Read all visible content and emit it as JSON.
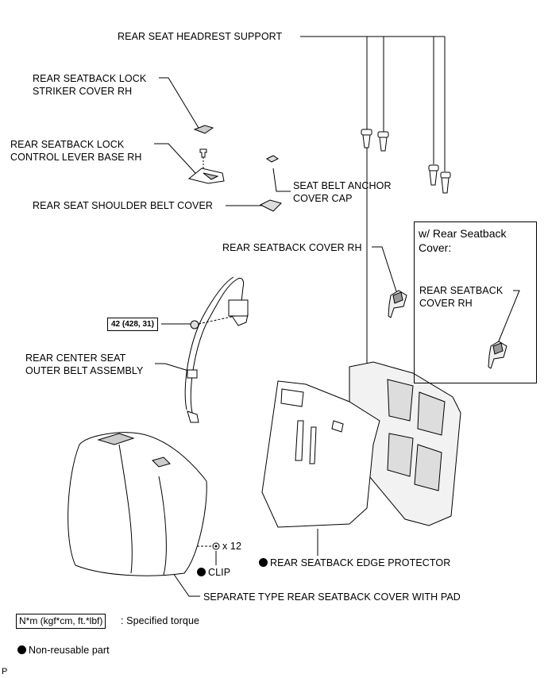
{
  "labels": {
    "headrest_support": "REAR SEAT HEADREST SUPPORT",
    "lock_striker_cover_l1": "REAR SEATBACK LOCK",
    "lock_striker_cover_l2": "STRIKER COVER RH",
    "lock_lever_base_l1": "REAR SEATBACK LOCK",
    "lock_lever_base_l2": "CONTROL LEVER BASE RH",
    "anchor_cap_l1": "SEAT BELT ANCHOR",
    "anchor_cap_l2": "COVER CAP",
    "shoulder_belt_cover": "REAR SEAT SHOULDER BELT COVER",
    "seatback_cover_rh": "REAR SEATBACK COVER RH",
    "center_belt_l1": "REAR CENTER SEAT",
    "center_belt_l2": "OUTER BELT ASSEMBLY",
    "edge_protector": "REAR SEATBACK EDGE PROTECTOR",
    "clip_count": "x 12",
    "clip": "CLIP",
    "separate_cover": "SEPARATE TYPE REAR SEATBACK COVER WITH PAD"
  },
  "torque": "42 (428, 31)",
  "inset": {
    "title_l1": "w/ Rear Seatback",
    "title_l2": "Cover:",
    "label_l1": "REAR SEATBACK",
    "label_l2": "COVER RH"
  },
  "legend": {
    "torque_box": "N*m (kgf*cm, ft.*lbf)",
    "torque_text": ": Specified torque",
    "nonreusable": "Non-reusable part"
  },
  "corner_mark": "P"
}
